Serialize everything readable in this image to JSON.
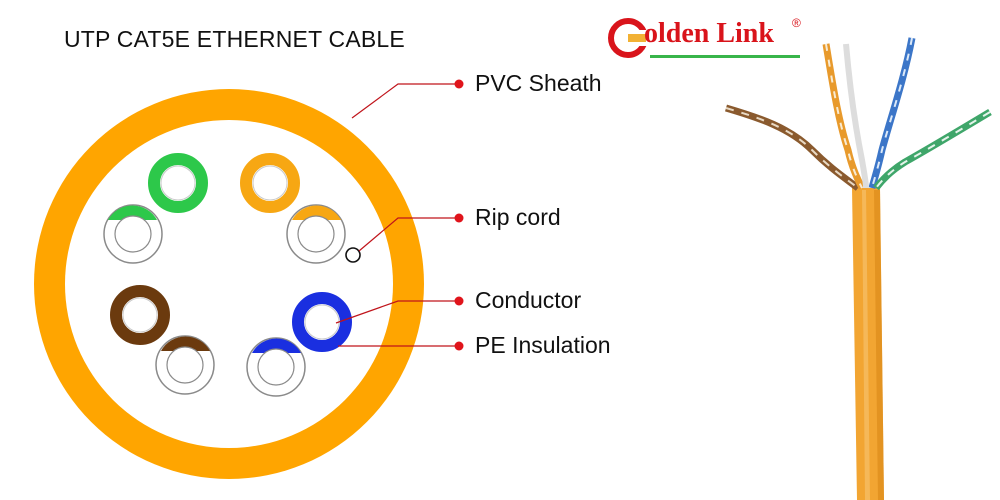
{
  "diagram": {
    "title": "UTP CAT5E ETHERNET CABLE",
    "labels": {
      "pvc_sheath": "PVC Sheath",
      "rip_cord": "Rip cord",
      "conductor": "Conductor",
      "pe_insulation": "PE Insulation"
    },
    "colors": {
      "sheath": "#FFA500",
      "green": "#2DC84A",
      "orange": "#F7A713",
      "brown": "#6B3A0E",
      "blue": "#1A2FE0",
      "white_wire": "#FFFFFF",
      "callout_dot": "#E0141B",
      "callout_line": "#C0141B"
    },
    "pairs": [
      {
        "color": "green"
      },
      {
        "color": "orange"
      },
      {
        "color": "brown"
      },
      {
        "color": "blue"
      }
    ]
  },
  "logo": {
    "text": "olden Link",
    "mark": "®"
  },
  "icons": {
    "logo_icon": "golden-link-c-logo",
    "cable_photo": "twisted-pair-cable-photo"
  }
}
